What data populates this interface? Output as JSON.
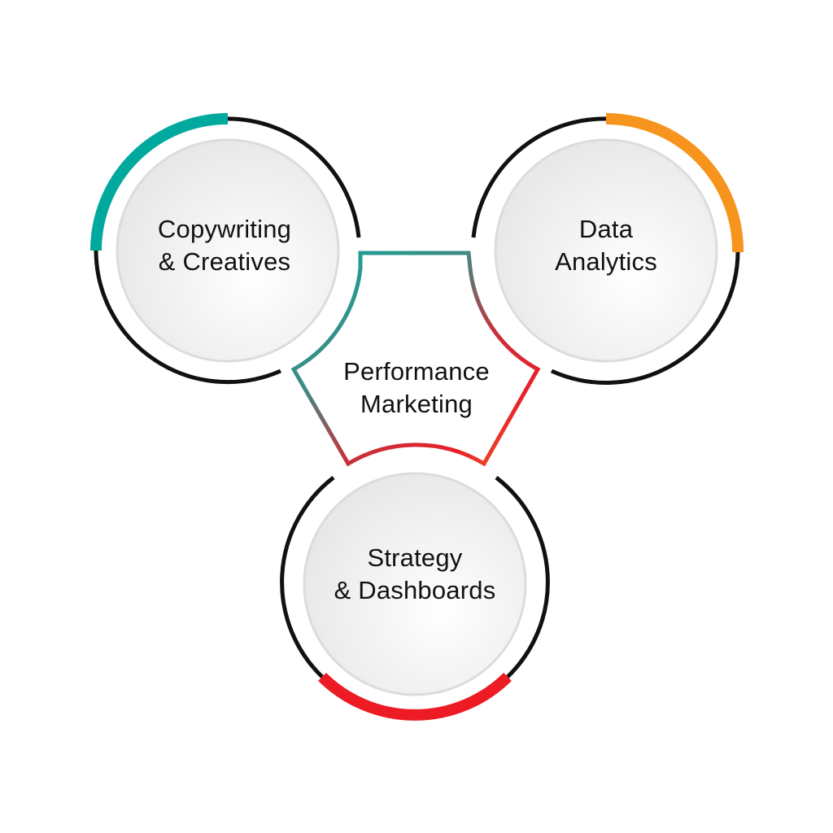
{
  "diagram": {
    "center": {
      "line1": "Performance",
      "line2": "Marketing",
      "gradient": [
        "#0fa99a",
        "#e8202a",
        "#f26522"
      ]
    },
    "nodes": [
      {
        "line1": "Copywriting",
        "line2": "& Creatives",
        "accent_color": "#00a99d",
        "position": "top-left"
      },
      {
        "line1": "Data",
        "line2": "Analytics",
        "accent_color": "#f7941d",
        "position": "top-right"
      },
      {
        "line1": "Strategy",
        "line2": "& Dashboards",
        "accent_color": "#ed1c24",
        "position": "bottom"
      }
    ],
    "ring_color": "#111111",
    "disk_border_color": "#dcdcdc"
  }
}
